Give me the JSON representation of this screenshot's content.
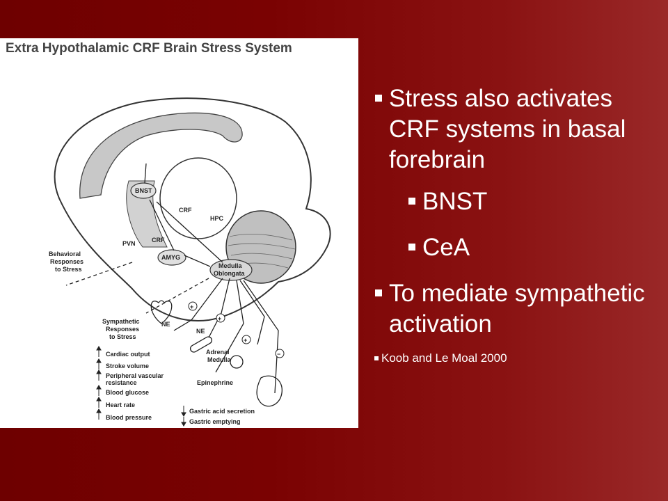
{
  "figure": {
    "title": "Extra Hypothalamic CRF Brain Stress System",
    "labels": {
      "bnst": "BNST",
      "crf_upper": "CRF",
      "hpc": "HPC",
      "pvn": "PVN",
      "crf_lower": "CRF",
      "amyg": "AMYG",
      "medulla_1": "Medulla",
      "medulla_2": "Oblongata",
      "behavioral_1": "Behavioral",
      "behavioral_2": "Responses",
      "behavioral_3": "to Stress",
      "sympathetic_1": "Sympathetic",
      "sympathetic_2": "Responses",
      "sympathetic_3": "to Stress",
      "ne_heart": "NE",
      "ne_vessel": "NE",
      "adrenal_1": "Adrenal",
      "adrenal_2": "Medulla",
      "epinephrine": "Epinephrine",
      "plus": "+",
      "minus": "−",
      "effects": [
        "Cardiac output",
        "Stroke volume",
        "Peripheral vascular",
        "resistance",
        "Blood glucose",
        "Heart rate",
        "Blood pressure"
      ],
      "gastric_1": "Gastric acid secretion",
      "gastric_2": "Gastric emptying"
    }
  },
  "bullets": [
    "Stress also activates CRF systems in basal forebrain",
    "BNST",
    "CeA",
    "To mediate sympathetic activation",
    "Koob and Le Moal 2000"
  ],
  "colors": {
    "background": "#7a0202",
    "text": "#ffffff",
    "figure_background": "#ffffff",
    "diagram_shade": "#c8c8c8"
  }
}
